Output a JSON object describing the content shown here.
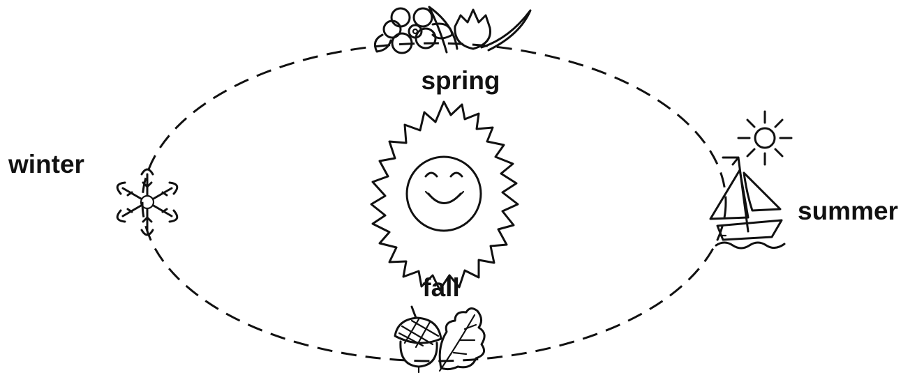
{
  "labels": {
    "spring": "spring",
    "summer": "summer",
    "fall": "fall",
    "winter": "winter"
  },
  "icons": {
    "center": "sun-face-icon",
    "spring": "flowers-icon",
    "summer": "sailboat-sun-icon",
    "fall": "acorn-leaf-icon",
    "winter": "snowflake-icon"
  },
  "colors": {
    "ink": "#111111",
    "background": "#ffffff"
  }
}
